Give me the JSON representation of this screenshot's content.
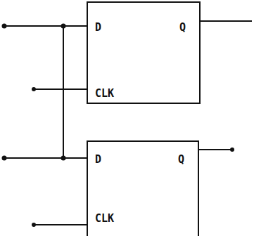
{
  "diagram": {
    "nodes": [
      {
        "text": [
          "D",
          "Q",
          "CLK"
        ]
      },
      {
        "text": [
          "D",
          "Q",
          "CLK"
        ]
      }
    ]
  }
}
